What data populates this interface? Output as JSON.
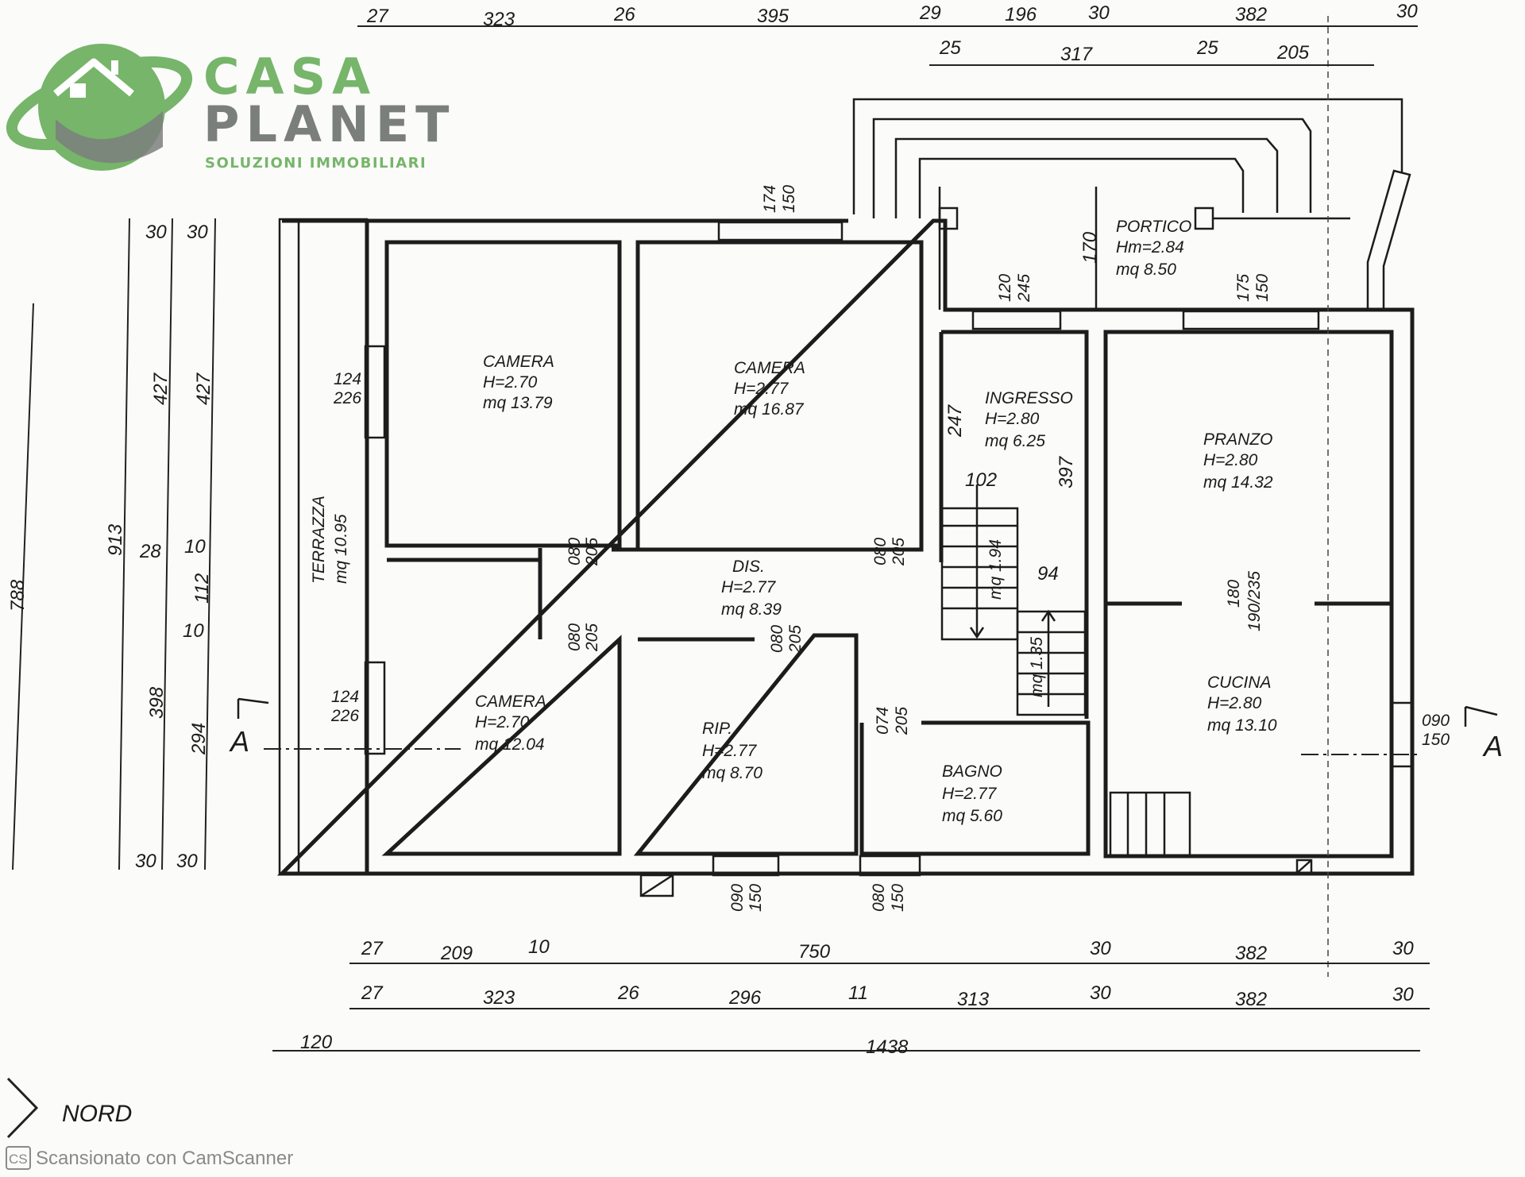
{
  "logo": {
    "line1": "CASA",
    "line2": "PLANET",
    "tagline": "SOLUZIONI IMMOBILIARI",
    "green": "#76b56a",
    "gray": "#7b7f7c"
  },
  "rooms": {
    "camera1": {
      "name": "CAMERA",
      "height": "H=2.70",
      "area": "mq  13.79"
    },
    "camera2": {
      "name": "CAMERA",
      "height": "H=2.77",
      "area": "mq  16.87"
    },
    "camera3": {
      "name": "CAMERA",
      "height": "H=2.70",
      "area": "mq  12.04"
    },
    "dis": {
      "name": "DIS.",
      "height": "H=2.77",
      "area": "mq  8.39"
    },
    "rip": {
      "name": "RIP.",
      "height": "H=2.77",
      "area": "mq  8.70"
    },
    "bagno": {
      "name": "BAGNO",
      "height": "H=2.77",
      "area": "mq  5.60"
    },
    "ingresso": {
      "name": "INGRESSO",
      "height": "H=2.80",
      "area": "mq  6.25"
    },
    "pranzo": {
      "name": "PRANZO",
      "height": "H=2.80",
      "area": "mq  14.32"
    },
    "cucina": {
      "name": "CUCINA",
      "height": "H=2.80",
      "area": "mq  13.10"
    },
    "portico": {
      "name": "PORTICO",
      "height": "Hm=2.84",
      "area": "mq  8.50"
    },
    "terrazza": {
      "name": "TERRAZZA",
      "area": "mq  10.95"
    }
  },
  "dims_top1": [
    "27",
    "323",
    "26",
    "395",
    "29",
    "196",
    "30",
    "382",
    "30"
  ],
  "dims_top2": [
    "25",
    "317",
    "25",
    "205"
  ],
  "dims_bottom1": [
    "27",
    "209",
    "10",
    "750",
    "30",
    "382",
    "30"
  ],
  "dims_bottom2": [
    "27",
    "323",
    "26",
    "296",
    "11",
    "313",
    "30",
    "382",
    "30"
  ],
  "dims_bottom3": [
    "120",
    "1438"
  ],
  "dims_left_outer": "788",
  "dims_left_a": [
    "913"
  ],
  "dims_left_b": [
    "30",
    "427",
    "28",
    "398",
    "30"
  ],
  "dims_left_c": [
    "30",
    "427",
    "10",
    "112",
    "10",
    "294",
    "30"
  ],
  "openings": {
    "w_top_camera2": [
      "174",
      "150"
    ],
    "w_camera1": [
      "124",
      "226"
    ],
    "w_camera3": [
      "124",
      "226"
    ],
    "d_camera1": [
      "080",
      "205"
    ],
    "d_camera2": [
      "080",
      "205"
    ],
    "d_camera3": [
      "080",
      "205"
    ],
    "d_rip": [
      "080",
      "205"
    ],
    "d_bagno": [
      "074",
      "205"
    ],
    "w_rip": [
      "090",
      "150"
    ],
    "w_bagno": [
      "080",
      "150"
    ],
    "w_cucina": [
      "090",
      "150"
    ],
    "d_ingresso": [
      "120",
      "245"
    ],
    "w_pranzo": [
      "175",
      "150"
    ],
    "cucina_pass": [
      "180",
      "190/235"
    ]
  },
  "misc": {
    "portico_depth": "170",
    "ingresso_w": "247",
    "stair_102": "102",
    "stair_397": "397",
    "stair_94": "94",
    "stair_194": "mq 1.94",
    "stair_135": "mq 1.35",
    "section_left": "A",
    "section_right": "A",
    "north": "NORD"
  },
  "footer": {
    "badge": "CS",
    "text": "Scansionato con CamScanner"
  }
}
